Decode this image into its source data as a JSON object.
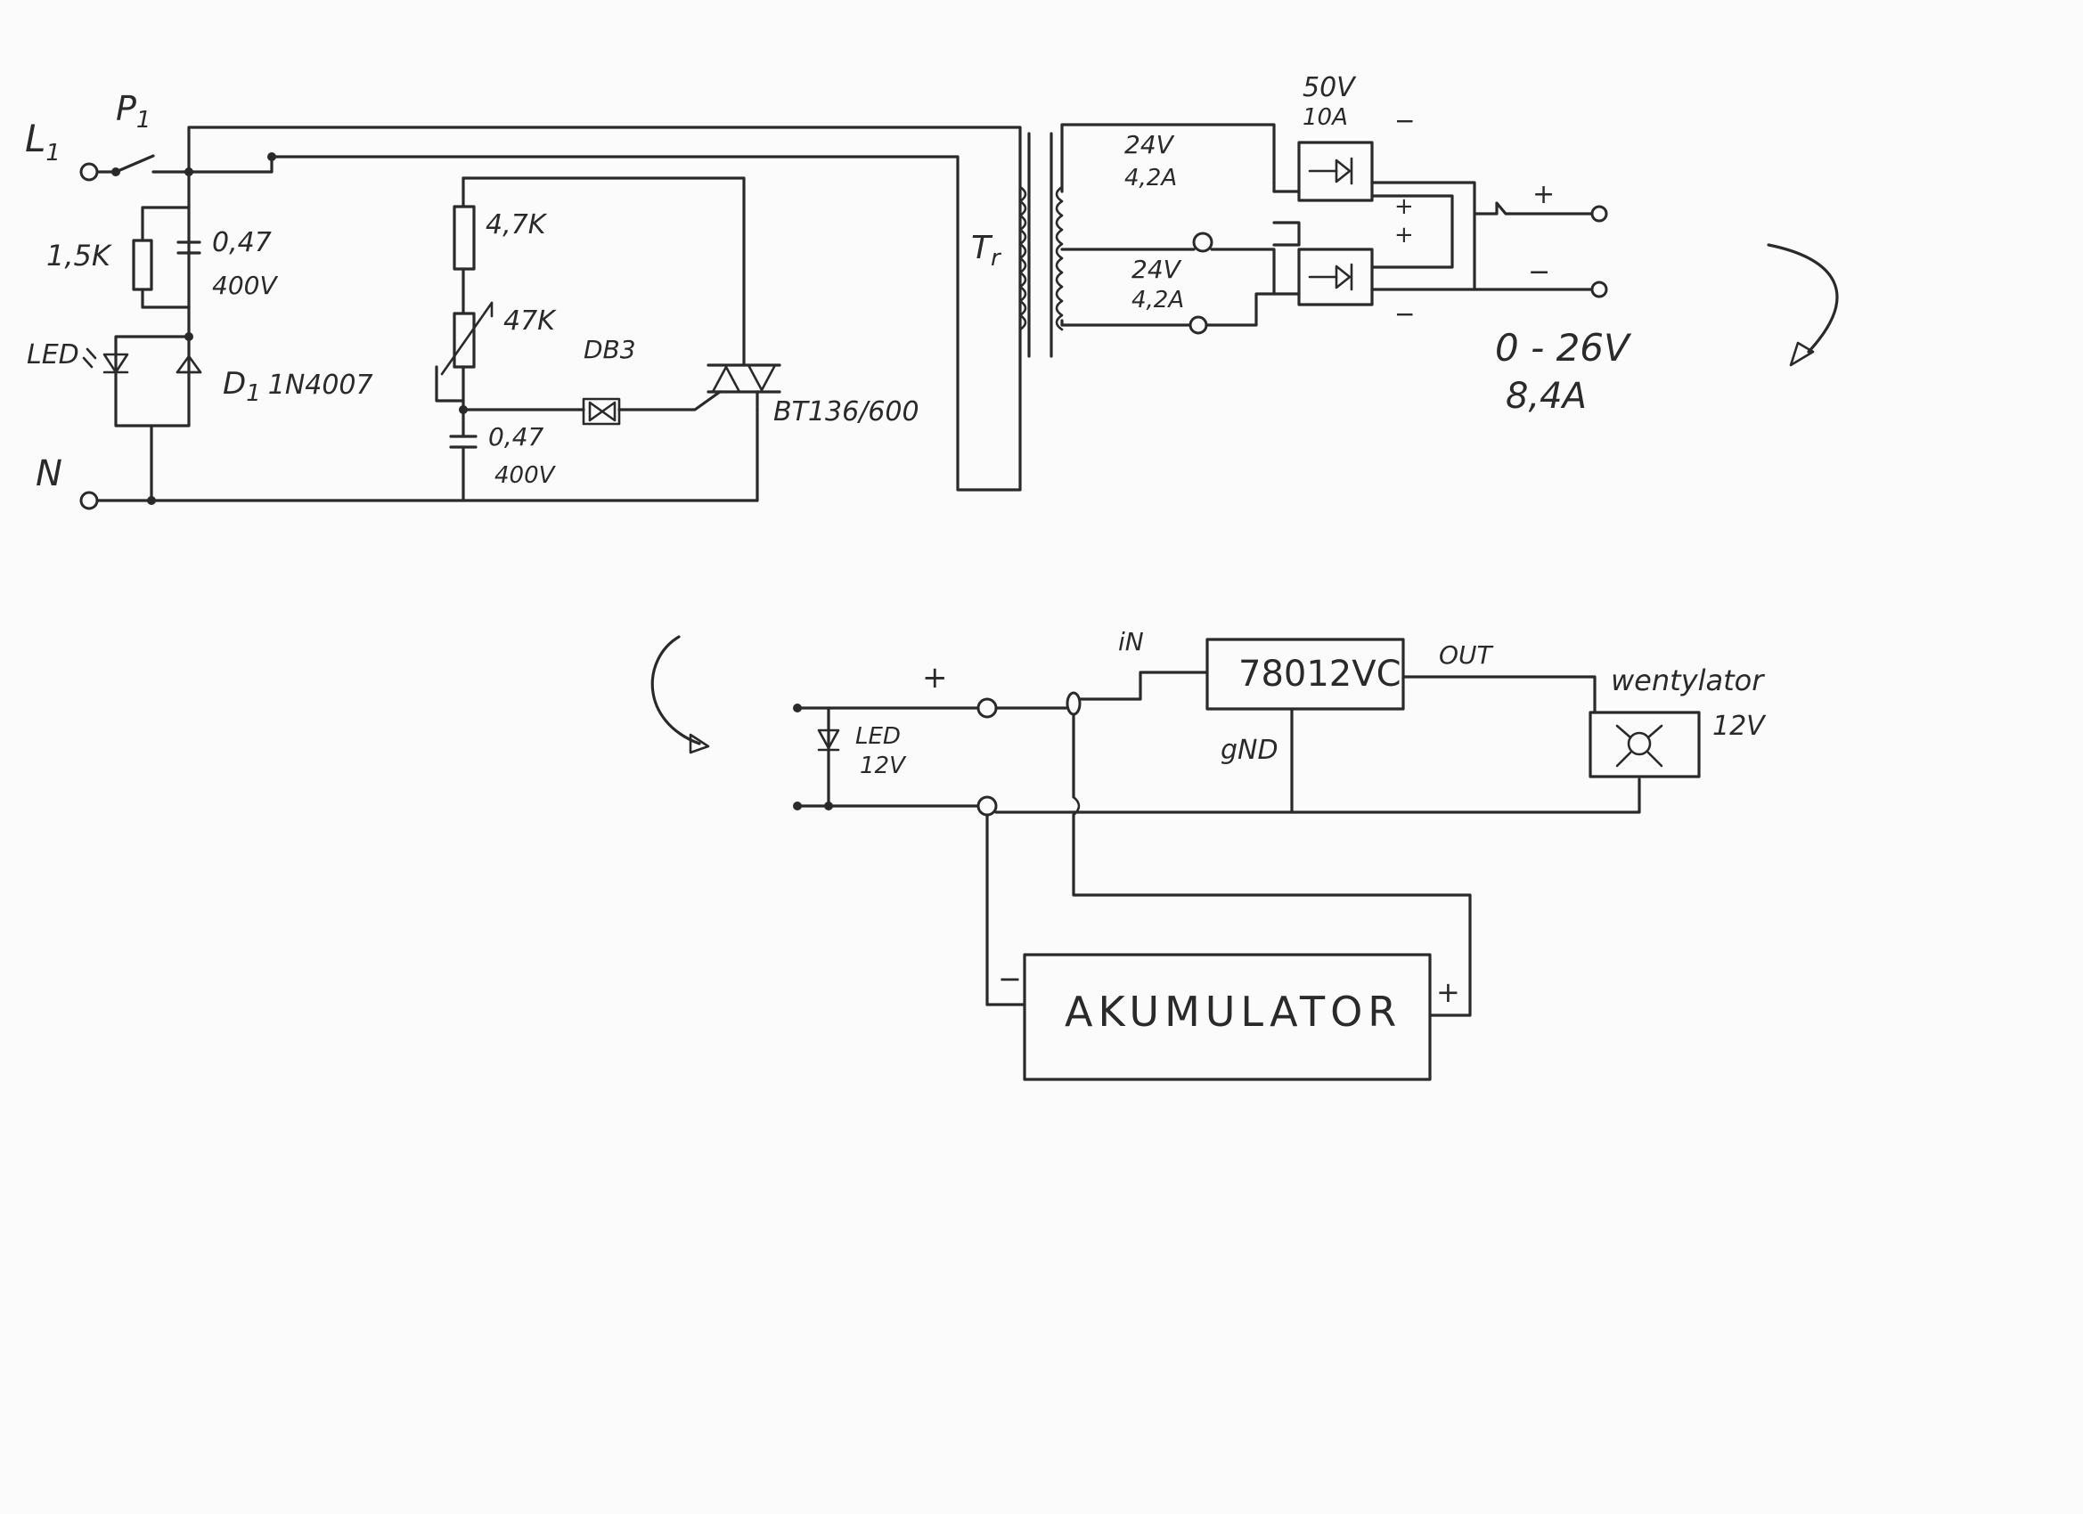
{
  "primary": {
    "line_label": "L",
    "line_subscript": "1",
    "neutral_label": "N",
    "switch_label": "P",
    "switch_subscript": "1",
    "resistor_1": "1,5K",
    "capacitor_1_value": "0,47",
    "capacitor_1_voltage": "400V",
    "led_label": "LED",
    "diode_label": "D",
    "diode_subscript": "1",
    "diode_part": "1N4007",
    "resistor_2": "4,7K",
    "potentiometer": "47K",
    "diac": "DB3",
    "capacitor_2_value": "0,47",
    "capacitor_2_voltage": "400V",
    "triac": "BT136/600",
    "transformer_label": "T",
    "transformer_subscript": "r"
  },
  "secondary": {
    "winding_1_voltage": "24V",
    "winding_1_current": "4,2A",
    "winding_2_voltage": "24V",
    "winding_2_current": "4,2A",
    "rectifier_voltage": "50V",
    "rectifier_current": "10A",
    "plus_sign": "+",
    "minus_sign": "−",
    "output_range": "0 - 26V",
    "output_current": "8,4A"
  },
  "charger": {
    "plus_sign": "+",
    "minus_sign": "−",
    "led_label": "LED",
    "led_voltage": "12V",
    "input_label": "iN",
    "regulator": "78012VC",
    "output_label": "OUT",
    "ground_label": "gND",
    "fan_label": "wentylator",
    "fan_voltage": "12V",
    "battery_label": "AKUMULATOR"
  }
}
